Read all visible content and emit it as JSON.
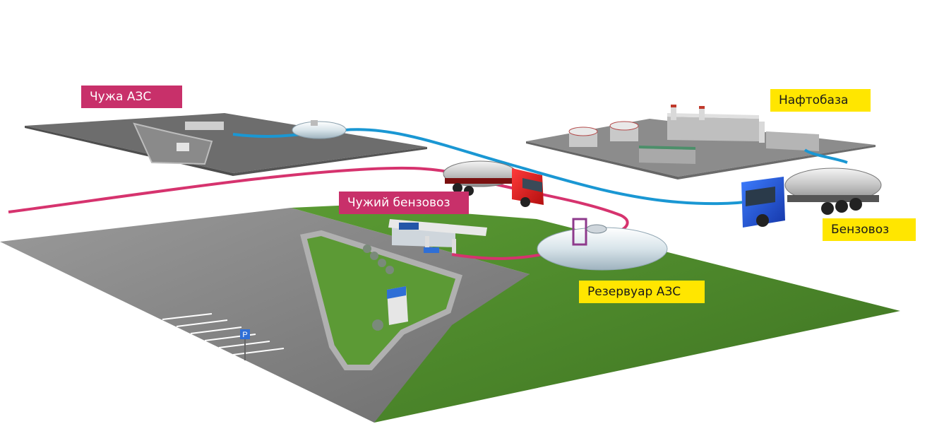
{
  "labels": {
    "foreign_station": "Чужа  АЗС",
    "foreign_tanker": "Чужий бензовоз",
    "oil_depot": "Нафтобаза",
    "tanker": "Бензовоз",
    "station_reservoir": "Резервуар АЗС"
  },
  "colors": {
    "pink_route": "#d6336e",
    "blue_route": "#1a97d3",
    "pink_label_bg": "#c8306a",
    "yellow_label_bg": "#ffe600",
    "grass": "#4f8a2b",
    "asphalt": "#8a8a8a"
  },
  "icons": {
    "parking_sign": "P"
  }
}
